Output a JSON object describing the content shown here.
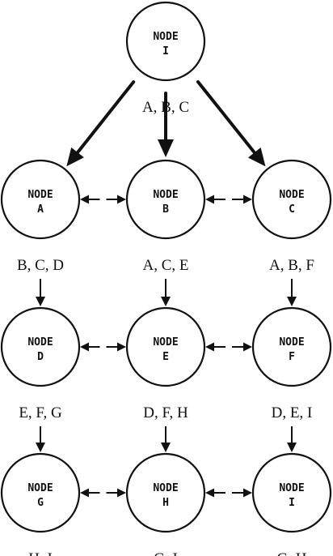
{
  "nodes": [
    {
      "id": "I_top",
      "word": "NODE",
      "letter": "I",
      "caption": "A, B, C"
    },
    {
      "id": "A",
      "word": "NODE",
      "letter": "A",
      "caption": "B, C, D"
    },
    {
      "id": "B",
      "word": "NODE",
      "letter": "B",
      "caption": "A, C, E"
    },
    {
      "id": "C",
      "word": "NODE",
      "letter": "C",
      "caption": "A, B, F"
    },
    {
      "id": "D",
      "word": "NODE",
      "letter": "D",
      "caption": "E, F, G"
    },
    {
      "id": "E",
      "word": "NODE",
      "letter": "E",
      "caption": "D, F, H"
    },
    {
      "id": "F",
      "word": "NODE",
      "letter": "F",
      "caption": "D, E, I"
    },
    {
      "id": "G",
      "word": "NODE",
      "letter": "G",
      "caption": "H, I"
    },
    {
      "id": "H",
      "word": "NODE",
      "letter": "H",
      "caption": "G, I"
    },
    {
      "id": "I_bottom",
      "word": "NODE",
      "letter": "I",
      "caption": "G, H"
    }
  ],
  "edges": [
    {
      "from": "I_top",
      "to": "A",
      "style": "thick"
    },
    {
      "from": "I_top",
      "to": "B",
      "style": "thick"
    },
    {
      "from": "I_top",
      "to": "C",
      "style": "thick"
    },
    {
      "from": "A",
      "to": "B",
      "style": "bidirectional"
    },
    {
      "from": "B",
      "to": "C",
      "style": "bidirectional"
    },
    {
      "from": "D",
      "to": "E",
      "style": "bidirectional"
    },
    {
      "from": "E",
      "to": "F",
      "style": "bidirectional"
    },
    {
      "from": "G",
      "to": "H",
      "style": "bidirectional"
    },
    {
      "from": "H",
      "to": "I_bottom",
      "style": "bidirectional"
    },
    {
      "from": "A",
      "to": "D",
      "style": "thin"
    },
    {
      "from": "B",
      "to": "E",
      "style": "thin"
    },
    {
      "from": "C",
      "to": "F",
      "style": "thin"
    },
    {
      "from": "D",
      "to": "G",
      "style": "thin"
    },
    {
      "from": "E",
      "to": "H",
      "style": "thin"
    },
    {
      "from": "F",
      "to": "I_bottom",
      "style": "thin"
    }
  ]
}
